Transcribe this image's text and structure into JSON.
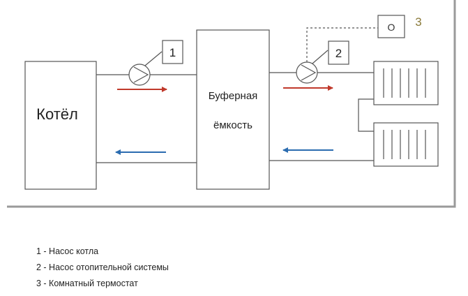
{
  "diagram": {
    "boiler_label": "Котёл",
    "buffer_label_line1": "Буферная",
    "buffer_label_line2": "ёмкость",
    "pump1_number": "1",
    "pump2_number": "2",
    "thermostat_number": "3",
    "thermostat_symbol": "O",
    "colors": {
      "supply_arrow": "#c0392b",
      "return_arrow": "#2b6cb0",
      "line": "#555555",
      "shadow": "#9a9a9a"
    }
  },
  "legend": {
    "items": [
      "1 - Насос котла",
      "2 - Насос отопительной системы",
      "3 - Комнатный термостат"
    ]
  }
}
